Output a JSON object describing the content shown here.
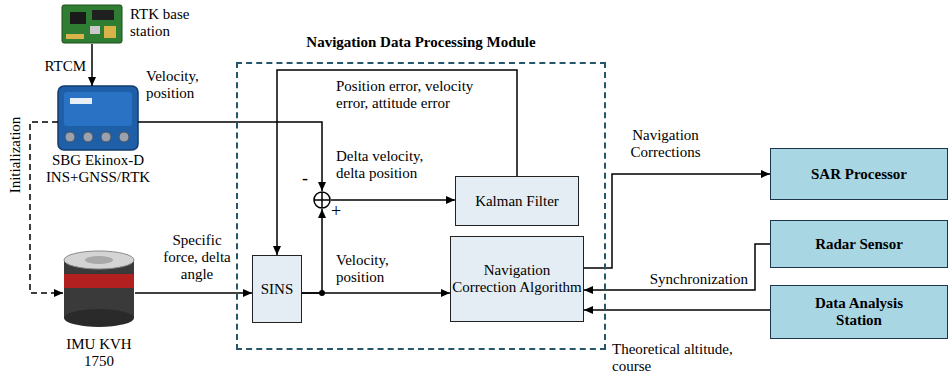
{
  "diagram": {
    "nodes": [
      {
        "text": [
          "RTK base station"
        ]
      },
      {
        "text": [
          "SBG Ekinox-D INS+GNSS/RTK"
        ]
      },
      {
        "text": [
          "IMU KVH 1750"
        ]
      },
      {
        "text": [
          "Navigation Data Processing Module"
        ]
      },
      {
        "text": [
          "SINS"
        ],
        "in": 3
      },
      {
        "text": [
          "-",
          "+"
        ],
        "in": 3
      },
      {
        "text": [
          "Kalman Filter"
        ],
        "in": 3
      },
      {
        "text": [
          "Navigation Correction Algorithm"
        ],
        "in": 3
      },
      {
        "text": [
          "SAR Processor"
        ]
      },
      {
        "text": [
          "Radar Sensor"
        ]
      },
      {
        "text": [
          "Data Analysis Station"
        ]
      }
    ],
    "edges": [
      {
        "from": 0,
        "to": 1,
        "label": "RTCM",
        "arrow": "to"
      },
      {
        "from": 1,
        "to": 2,
        "label": "Initialization",
        "arrow": "to"
      },
      {
        "from": 1,
        "to": 5,
        "label": "Velocity, position",
        "arrow": "to"
      },
      {
        "from": 2,
        "to": 4,
        "label": "Specific force, delta angle",
        "arrow": "to"
      },
      {
        "from": 4,
        "to": 5,
        "arrow": "to"
      },
      {
        "from": 5,
        "to": 6,
        "label": "Delta velocity, delta position",
        "arrow": "to"
      },
      {
        "from": 6,
        "to": 4,
        "label": "Position error, velocity error, attitude error",
        "arrow": "to"
      },
      {
        "from": 4,
        "to": 7,
        "label": "Velocity, position",
        "arrow": "to"
      },
      {
        "from": 7,
        "to": 8,
        "label": "Navigation Corrections",
        "arrow": "to"
      },
      {
        "from": 9,
        "to": 7,
        "label": "Synchronization",
        "arrow": "to"
      },
      {
        "from": 10,
        "to": 7,
        "label": "Theoretical altitude, course",
        "arrow": "to"
      }
    ]
  }
}
